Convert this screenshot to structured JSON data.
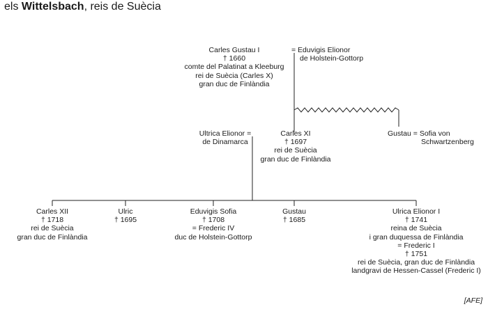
{
  "title": {
    "prefix": "els ",
    "name": "Wittelsbach",
    "suffix": ", reis de Suècia"
  },
  "credit": "[AFE]",
  "nodes": {
    "carles_gustau": [
      "Carles Gustau I",
      "† 1660",
      "comte del Palatinat a Kleeburg",
      "rei de Suècia (Carles X)",
      "gran duc de Finlàndia"
    ],
    "eduvigis_elionor": [
      "= Eduvigis Elionor",
      "de Holstein-Gottorp"
    ],
    "ultrica_elionor": [
      "Ultrica Elionor =",
      "de Dinamarca"
    ],
    "carles_xi": [
      "Carles XI",
      "† 1697",
      "rei de Suècia",
      "gran duc de Finlàndia"
    ],
    "gustau_sofia": [
      "Gustau = Sofia von",
      "Schwartzenberg"
    ],
    "carles_xii": [
      "Carles XII",
      "† 1718",
      "rei de Suècia",
      "gran duc de Finlàndia"
    ],
    "ulric": [
      "Ulric",
      "† 1695"
    ],
    "eduvigis_sofia": [
      "Eduvigis Sofia",
      "† 1708",
      "= Frederic IV",
      "duc de Holstein-Gottorp"
    ],
    "gustau": [
      "Gustau",
      "† 1685"
    ],
    "ulrica_elionor_i": [
      "Ulrica Elionor I",
      "† 1741",
      "reina de Suècia",
      "i gran duquessa de Finlàndia",
      "= Frederic I",
      "† 1751",
      "rei de Suècia, gran duc de Finlàndia",
      "landgravi de Hessen-Cassel (Frederic I)"
    ]
  }
}
